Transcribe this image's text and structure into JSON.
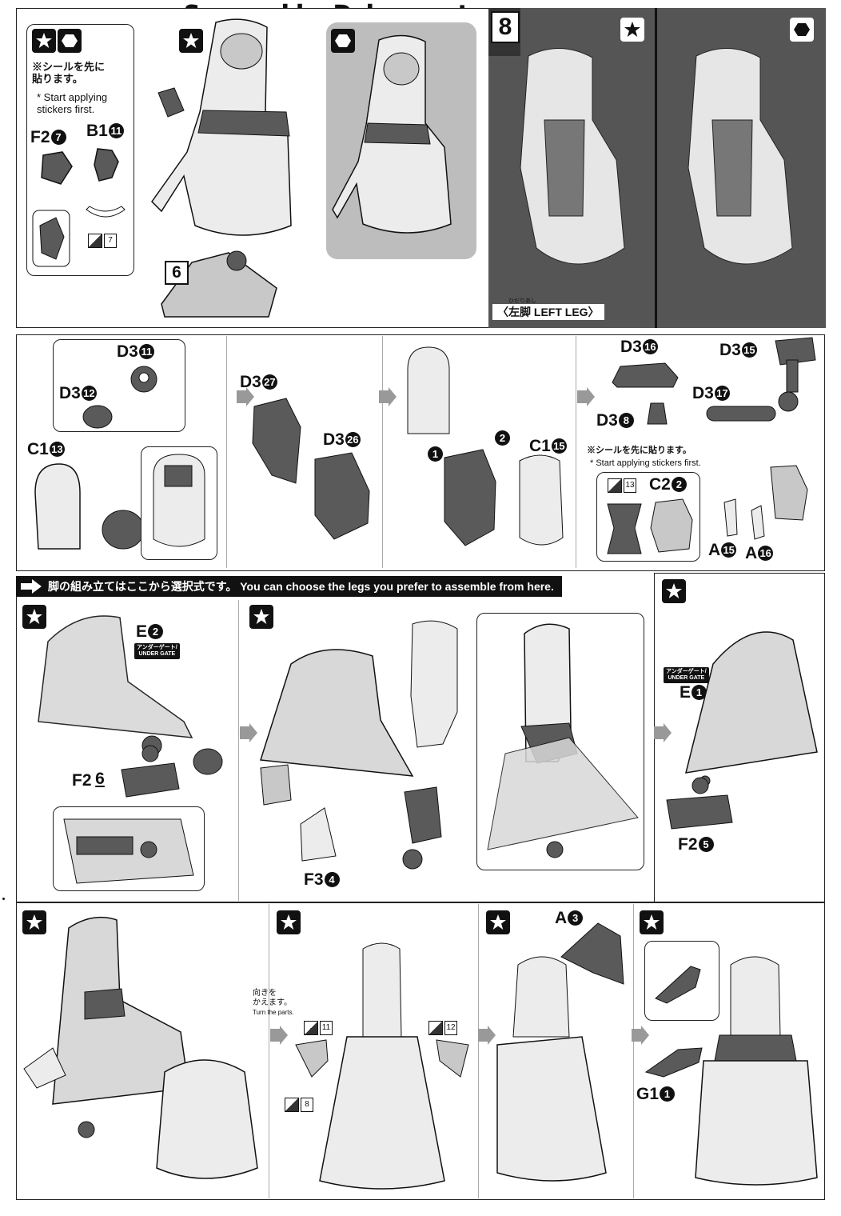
{
  "watermark": "Scanned by Dalong.net",
  "step8": {
    "number": "8",
    "leg_label_jp": "〈左脚",
    "leg_label_furigana": "ひだりあし",
    "leg_label_en": "LEFT LEG〉",
    "sub_step": "6"
  },
  "top_left": {
    "note_jp": "※シールを先に",
    "note_jp2": "貼ります。",
    "note_en": "* Start applying",
    "note_en2": "stickers first.",
    "part_f2": "F2",
    "part_f2_num": "7",
    "part_b1": "B1",
    "part_b1_num": "11",
    "sticker_num": "7"
  },
  "row2": {
    "d3_11": {
      "name": "D3",
      "num": "11"
    },
    "d3_12": {
      "name": "D3",
      "num": "12"
    },
    "c1_13": {
      "name": "C1",
      "num": "13"
    },
    "d3_27": {
      "name": "D3",
      "num": "27"
    },
    "d3_26": {
      "name": "D3",
      "num": "26"
    },
    "c1_15": {
      "name": "C1",
      "num": "15"
    },
    "step1": "1",
    "step2": "2",
    "d3_16": {
      "name": "D3",
      "num": "16"
    },
    "d3_8": {
      "name": "D3",
      "num": "8"
    },
    "d3_15": {
      "name": "D3",
      "num": "15"
    },
    "d3_17": {
      "name": "D3",
      "num": "17"
    },
    "note_jp": "※シールを先に貼ります。",
    "note_en": "* Start applying stickers first.",
    "sticker_num": "13",
    "c2_2": {
      "name": "C2",
      "num": "2"
    },
    "a15": {
      "name": "A",
      "num": "15"
    },
    "a16": {
      "name": "A",
      "num": "16"
    }
  },
  "banner": {
    "jp": "脚の組み立てはここから選択式です。",
    "en": "You can choose the legs you prefer to assemble from here."
  },
  "row3": {
    "e2": {
      "name": "E",
      "num": "2"
    },
    "under_gate_jp": "アンダーゲート/",
    "under_gate_en": "UNDER GATE",
    "f2_6": {
      "name": "F2",
      "num": "6"
    },
    "f3_4": {
      "name": "F3",
      "num": "4"
    },
    "e1": {
      "name": "E",
      "num": "1"
    },
    "f2_5": {
      "name": "F2",
      "num": "5"
    }
  },
  "row4": {
    "turn_jp": "向きを",
    "turn_jp2": "かえます。",
    "turn_en": "Turn the parts.",
    "sticker_11": "11",
    "sticker_12": "12",
    "sticker_8": "8",
    "a3": {
      "name": "A",
      "num": "3"
    },
    "g1_1": {
      "name": "G1",
      "num": "1"
    }
  },
  "icons": {
    "star": "star-icon",
    "hexagon": "hexagon-icon",
    "arrow": "step-arrow-icon"
  },
  "colors": {
    "ink": "#111111",
    "part_light": "#ececec",
    "part_mid": "#c8c8c8",
    "part_dark": "#5a5a5a",
    "highlight_bg": "#bdbdbd",
    "photo_bg": "#555555"
  }
}
